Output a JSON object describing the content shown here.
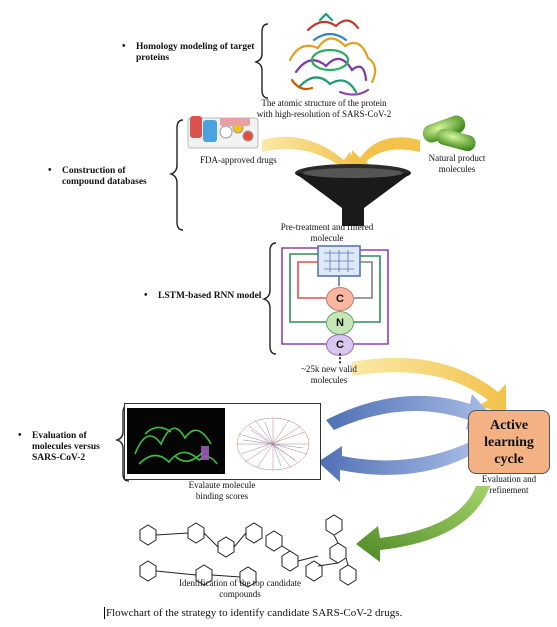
{
  "stages": [
    {
      "label": "Homology modeling of target proteins"
    },
    {
      "label": "Construction of compound databases"
    },
    {
      "label": "LSTM-based RNN model"
    },
    {
      "label": "Evaluation of molecules versus SARS-CoV-2"
    }
  ],
  "texts": {
    "protein_caption": "The atomic structure of the protein with high-resolution of SARS-CoV-2",
    "fda_drugs": "FDA-approved drugs",
    "natural_products": "Natural product molecules",
    "filtered": "Pre-treatment and filtered molecule",
    "new_molecules": "~25k new valid molecules",
    "binding_scores": "Evalaute molecule binding scores",
    "active_cycle": "Active learning cycle",
    "refinement": "Evaluation and refinement",
    "top_compounds": "Identification of the top candidate compounds",
    "figure_caption": "Flowchart of the strategy to identify candidate SARS-CoV-2 drugs."
  },
  "rnn_nodes": [
    "C",
    "N",
    "C"
  ],
  "rnn_more": "⋮",
  "colors": {
    "funnel": "#1a1a1a",
    "yellow_arrow": "#f5d46a",
    "blue_arrow": "#7f98cf",
    "green_arrow": "#7cb341",
    "active_box": "#f4b183",
    "node_c": "#f8b8a0",
    "node_n": "#c6e6b8",
    "node_c2": "#d9c6ec"
  }
}
